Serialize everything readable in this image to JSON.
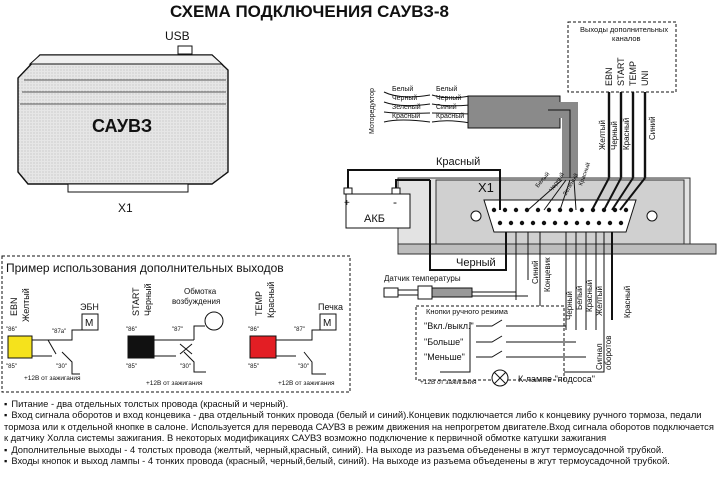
{
  "title": "СХЕМА ПОДКЛЮЧЕНИЯ САУВЗ-8",
  "unit": {
    "name": "САУВЗ",
    "port_usb": "USB",
    "port_x1": "X1"
  },
  "connector": {
    "label": "X1"
  },
  "battery": {
    "label": "АКБ",
    "plus": "+",
    "minus": "-"
  },
  "motor_reducer": {
    "label": "Моторедуктор",
    "left_wires": [
      "Белый",
      "Черный",
      "Зеленый",
      "Красный"
    ],
    "right_wires": [
      "Белый",
      "Черный",
      "Синий",
      "Красный"
    ]
  },
  "extra_outputs_box": {
    "title_line1": "Выходы дополнительных",
    "title_line2": "каналов",
    "channels": [
      "EBN",
      "START",
      "TEMP",
      "UNI"
    ],
    "wires": [
      "Желтый",
      "Черный",
      "Красный",
      "Синий"
    ]
  },
  "wire_labels": {
    "red_top": "Красный",
    "black_mid": "Черный",
    "bundle": [
      "Белый",
      "Черный",
      "Зеленый",
      "Красный"
    ],
    "lower_left": [
      "Синий",
      "Концевик"
    ],
    "lower_mid": [
      "Черный",
      "Белый",
      "Красный",
      "Желтый"
    ],
    "lower_right": "Красный"
  },
  "temp_sensor": {
    "label": "Датчик температуры"
  },
  "buttons_box": {
    "title": "Кнопки ручного режима",
    "buttons": [
      "\"Вкл./выкл.\"",
      "\"Больше\"",
      "\"Меньше\""
    ],
    "supply": "+12В от зажигания",
    "lamp": "К лампе \"подсоса\""
  },
  "rpm_signal": {
    "line1": "Сигнал",
    "line2": "оборотов"
  },
  "example": {
    "title": "Пример использования дополнительных выходов",
    "ebn": {
      "channel": "EBN",
      "wire": "Желтый",
      "device": "ЭБН",
      "pin86": "\"86\"",
      "pin85": "\"85\"",
      "pin87a": "\"87а\"",
      "pin30": "\"30\""
    },
    "start": {
      "channel": "START",
      "wire": "Черный",
      "device_line1": "Обмотка",
      "device_line2": "возбуждения",
      "pin86": "\"86\"",
      "pin85": "\"85\"",
      "pin87": "\"87\"",
      "pin30": "\"30\""
    },
    "temp": {
      "channel": "TEMP",
      "wire": "Красный",
      "device": "Печка",
      "pin86": "\"86\"",
      "pin85": "\"85\"",
      "pin87": "\"87\"",
      "pin30": "\"30\""
    },
    "supply": "+12В от зажигания",
    "coil_colors": {
      "ebn": "#f5e21c",
      "start": "#111111",
      "temp": "#e31e24"
    }
  },
  "notes": [
    "Питание - два отдельных толстых провода (красный и черный).",
    "Вход сигнала оборотов и вход концевика - два отдельный тонких провода (белый и синий).Концевик подключается либо к концевику ручного тормоза, педали тормоза или к отдельной кнопке в салоне. Используется для перевода САУВЗ в режим движения на непрогретом двигателе.Вход сигнала оборотов подключается к датчику Холла системы зажигания. В некоторых модификациях САУВЗ возможно подключение к первичной обмотке катушки зажигания",
    "Дополнительные выходы - 4 толстых провода (желтый, черный,красный, синий). На выходе из разъема объеденены в жгут термоусадочной трубкой.",
    "Входы кнопок и выход лампы - 4 тонких провода (красный, черный,белый, синий). На выходе из разъема объеденены в жгут термоусадочной трубкой."
  ],
  "colors": {
    "red": "#e31e24",
    "yellow": "#f5e21c",
    "grey_panel": "#d9d9d9"
  }
}
